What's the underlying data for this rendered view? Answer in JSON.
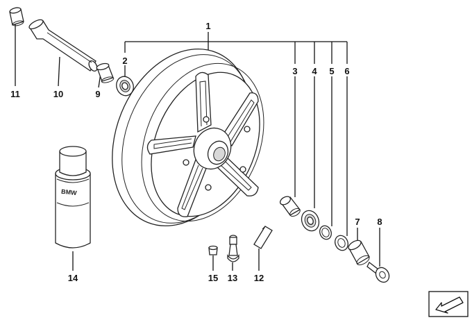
{
  "diagram": {
    "callouts": {
      "c1": "1",
      "c2": "2",
      "c3": "3",
      "c4": "4",
      "c5": "5",
      "c6": "6",
      "c7": "7",
      "c8": "8",
      "c9": "9",
      "c10": "10",
      "c11": "11",
      "c12": "12",
      "c13": "13",
      "c14": "14",
      "c15": "15"
    },
    "can_brand": "BMW",
    "icon": "navigation-arrow-icon"
  }
}
